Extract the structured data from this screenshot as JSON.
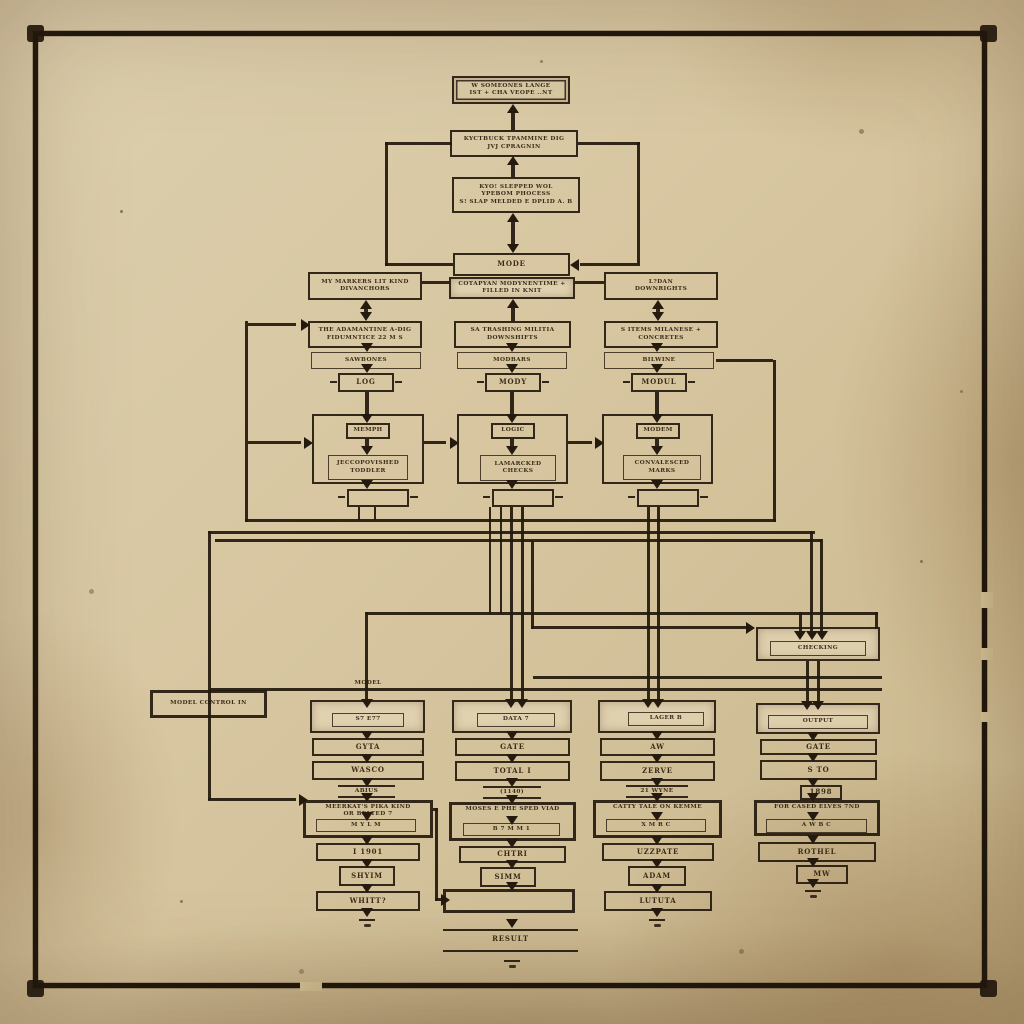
{
  "palette": {
    "paper": "#d5c39c",
    "ink": "#241a0e",
    "text_ink": "#2d1e0c"
  },
  "nodes": {
    "top_a": "W SOMEONES LANGE\nIST + CHA VEOPE ..NT",
    "top_b": "KYCTBUCK TPAMMINE DIG\nJVJ CPRAGNIN",
    "top_c": "KYO! SLEPPED WOL\nYPEBOM PHOCESS\nS! SLAP MELDED E DPLID A. B",
    "mode": "MODE",
    "top_d": "COTAPYAN MODYNENTIME +\nFILLED IN KNIT",
    "left_e": "MY MARKERS LIT KIND\nDIVANCHORS",
    "right_f": "L?DAN\nDOWNRIGHTS",
    "g1": "THE ADAMANTINE A-DIG\nFIDUMNTICE 22 M S",
    "g2": "SA TRASHING MILITIA\nDOWNSHIFTS",
    "g3": "S ITEMS MILANESE +\nCONCRETES",
    "h1": "SAWBONES",
    "h2": "MODBARS",
    "h3": "BILWINE",
    "i1": "LOG",
    "i2": "MODY",
    "i3": "MODUL",
    "k1": "MEMPH",
    "k2": "LOGIC",
    "k3": "MODEM",
    "l1": "JECCOPOVISHED\nTODDLER",
    "l2": "LAMARCKED\nCHECKS",
    "l3": "CONVALESCED\nMARKS",
    "book": "MODEL CONTROL IN",
    "model_tag": "MODEL",
    "r0i": "CHECKING",
    "c1n1i": "S7 E77",
    "c2n1i": "DATA 7",
    "c3n1i": "LAGER B",
    "r1i": "OUTPUT",
    "c1n2": "GYTA",
    "c2n2": "GATE",
    "c3n2": "AW",
    "r2": "GATE",
    "c1n3": "WASCO",
    "c2n3": "TOTAL I",
    "c3n3": "ZERVE",
    "r3": "S TO",
    "c1n4": "ABIUS",
    "c2n4": "(1140)",
    "c3n4": "21 WYNE",
    "r4": "1898",
    "c1n5": "MEERKAT'S PIKA KIND\nOR BELTED 7",
    "c2n5": "MOSES E PHE SPED VIAD",
    "c3n5": "CATTY TALE ON KEMME",
    "r5": "FOR CASED ELVES 7ND",
    "c1n5i": "M   Y   L   M",
    "c2n5i": "B   7   M   M   1",
    "c3n5i": "X   M   R   C",
    "r5i": "A   W   B   C",
    "c1n6": "I 1901",
    "c2n6": "CHTRI",
    "c3n6": "UZZPATE",
    "r6": "ROTHEL",
    "c1n7": "SHYIM",
    "c2n7": "SIMM",
    "c3n7": "ADAM",
    "r7": "MW",
    "c1n8": "WHITT?",
    "c3n8": "LUTUTA",
    "result": "RESULT"
  }
}
